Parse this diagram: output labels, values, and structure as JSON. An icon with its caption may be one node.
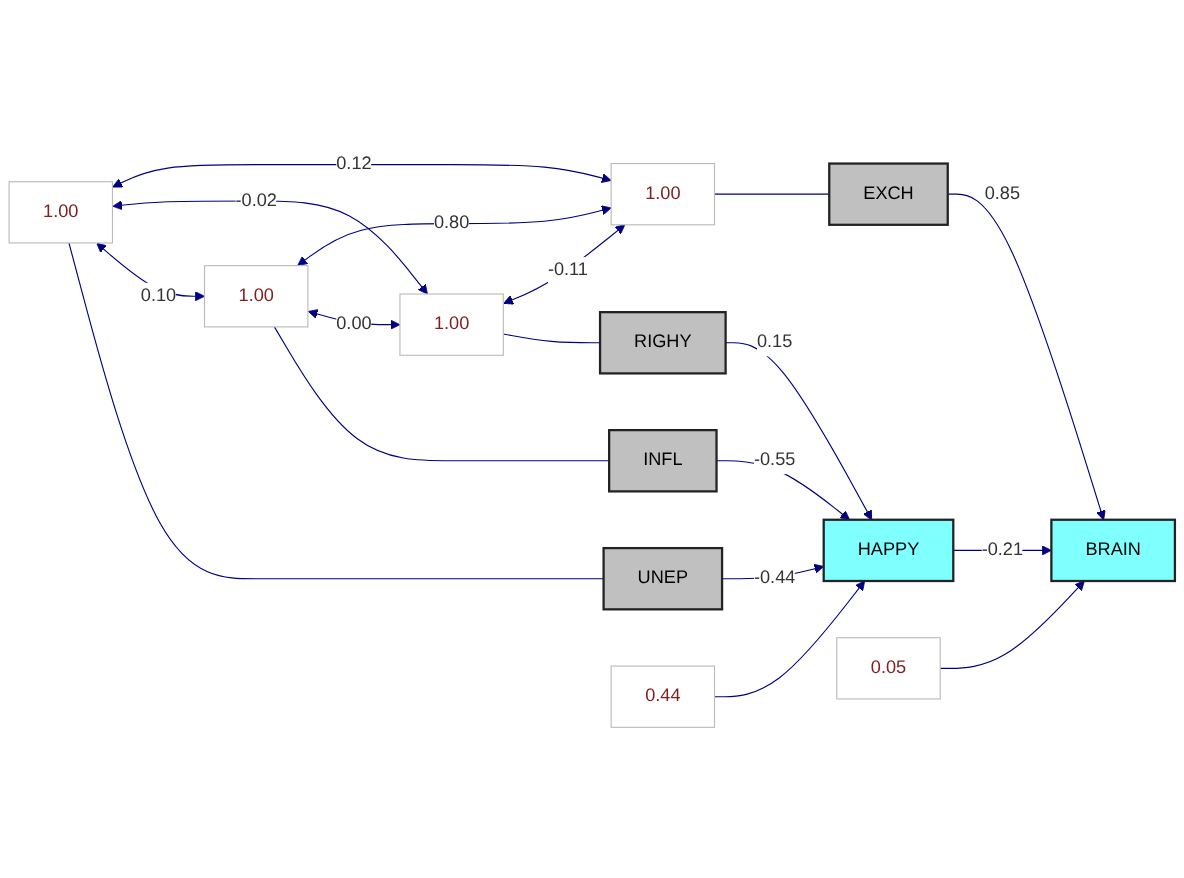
{
  "diagram": {
    "nodes": [
      {
        "text": [
          "1.00"
        ]
      },
      {
        "text": [
          "UNEP"
        ]
      },
      {
        "text": [
          "1.00"
        ]
      },
      {
        "text": [
          "INFL"
        ]
      },
      {
        "text": [
          "1.00"
        ]
      },
      {
        "text": [
          "RIGHY"
        ]
      },
      {
        "text": [
          "1.00"
        ]
      },
      {
        "text": [
          "EXCH"
        ]
      },
      {
        "text": [
          "HAPPY"
        ]
      },
      {
        "text": [
          "0.44"
        ]
      },
      {
        "text": [
          "BRAIN"
        ]
      },
      {
        "text": [
          "0.05"
        ]
      }
    ],
    "edges": [
      {
        "from": 0,
        "to": 1,
        "arrow": "none"
      },
      {
        "from": 2,
        "to": 3,
        "arrow": "none"
      },
      {
        "from": 4,
        "to": 5,
        "arrow": "none"
      },
      {
        "from": 6,
        "to": 7,
        "arrow": "none"
      },
      {
        "from": 0,
        "to": 2,
        "arrow": "both",
        "label": "0.10"
      },
      {
        "from": 0,
        "to": 4,
        "arrow": "both",
        "label": "-0.02"
      },
      {
        "from": 0,
        "to": 6,
        "arrow": "both",
        "label": "0.12"
      },
      {
        "from": 2,
        "to": 4,
        "arrow": "both",
        "label": "0.00"
      },
      {
        "from": 2,
        "to": 6,
        "arrow": "both",
        "label": "0.80"
      },
      {
        "from": 4,
        "to": 6,
        "arrow": "both",
        "label": "-0.11"
      },
      {
        "from": 1,
        "to": 8,
        "arrow": "to",
        "label": "-0.44"
      },
      {
        "from": 3,
        "to": 8,
        "arrow": "to",
        "label": "-0.55"
      },
      {
        "from": 5,
        "to": 8,
        "arrow": "to",
        "label": "0.15"
      },
      {
        "from": 7,
        "to": 10,
        "arrow": "to",
        "label": "0.85"
      },
      {
        "from": 8,
        "to": 10,
        "arrow": "to",
        "label": "-0.21"
      },
      {
        "from": 9,
        "to": 8,
        "arrow": "to"
      },
      {
        "from": 11,
        "to": 10,
        "arrow": "to"
      }
    ]
  }
}
